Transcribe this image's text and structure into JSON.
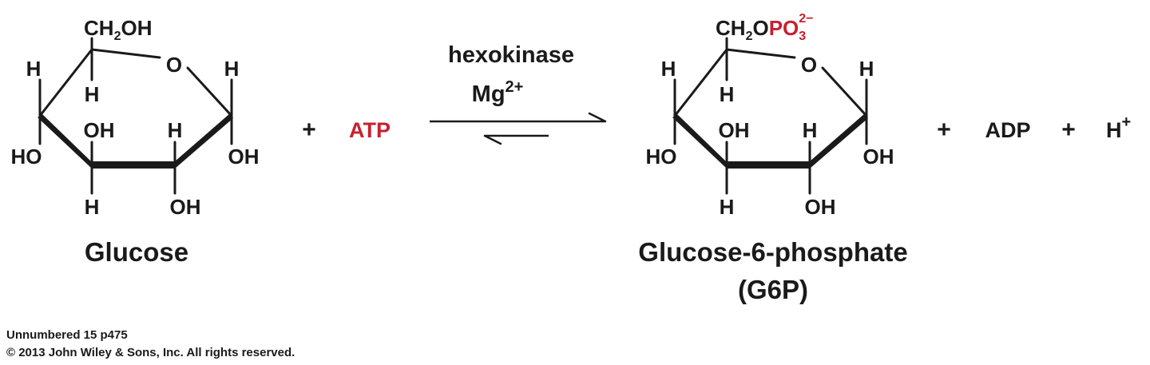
{
  "glucose": {
    "name": "Glucose",
    "c6_ch": "CH",
    "c6_sub": "2",
    "c6_oh": "OH",
    "ring_o": "O",
    "atoms": {
      "c4_h_up": "H",
      "c5_h_down": "H",
      "c1_h_up": "H",
      "c4_oh": "HO",
      "c3_oh": "OH",
      "c2_h": "H",
      "c1_oh": "OH",
      "c3_h": "H",
      "c2_oh": "OH"
    }
  },
  "plus_1": "+",
  "atp": "ATP",
  "enzyme": {
    "name": "hexokinase",
    "cofactor": "Mg",
    "cofactor_charge": "2+"
  },
  "g6p": {
    "name": "Glucose-6-phosphate",
    "abbr": "(G6P)",
    "c6_ch": "CH",
    "c6_sub": "2",
    "c6_o": "O",
    "phosphate": "PO",
    "phosphate_sub": "3",
    "phosphate_charge": "2−",
    "ring_o": "O",
    "atoms": {
      "c4_h_up": "H",
      "c5_h_down": "H",
      "c1_h_up": "H",
      "c4_oh": "HO",
      "c3_oh": "OH",
      "c2_h": "H",
      "c1_oh": "OH",
      "c3_h": "H",
      "c2_oh": "OH"
    }
  },
  "plus_2": "+",
  "adp": "ADP",
  "plus_3": "+",
  "proton": "H",
  "proton_charge": "+",
  "footer": {
    "figure_ref": "Unnumbered 15 p475",
    "copyright": "© 2013 John Wiley & Sons, Inc. All rights reserved."
  },
  "colors": {
    "text": "#1a1a1a",
    "highlight_red": "#c8202f"
  }
}
